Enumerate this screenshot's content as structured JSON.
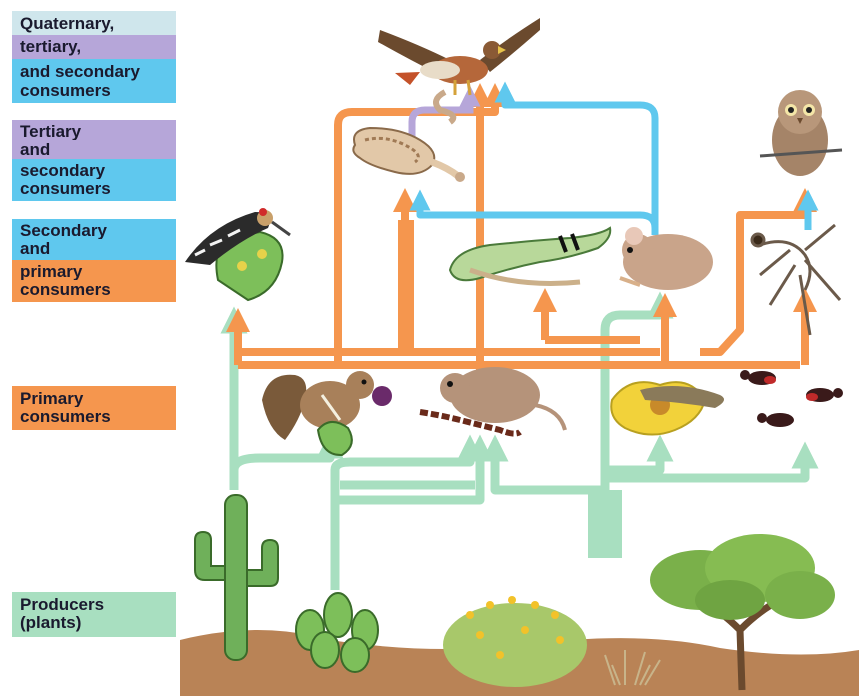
{
  "labels": {
    "quaternary_line1": "Quaternary,",
    "quaternary_line2": "tertiary,",
    "quaternary_line3": "and secondary",
    "quaternary_line4": "consumers",
    "tertiary_line1": "Tertiary",
    "tertiary_line2": "and",
    "tertiary_line3": "secondary",
    "tertiary_line4": "consumers",
    "secondary_line1": "Secondary",
    "secondary_line2": "and",
    "secondary_line3": "primary",
    "secondary_line4": "consumers",
    "primary_line1": "Primary",
    "primary_line2": "consumers",
    "producers_line1": "Producers",
    "producers_line2": "(plants)"
  },
  "colors": {
    "quaternary": "#cfe6ec",
    "tertiary": "#b6a6d9",
    "secondary": "#5fc8ee",
    "primary": "#f5964e",
    "producers": "#a8dfc0"
  },
  "organisms": {
    "top": [
      "hawk"
    ],
    "tertiary": [
      "rattlesnake",
      "owl"
    ],
    "secondary": [
      "woodpecker",
      "lizard",
      "mouse",
      "scorpion"
    ],
    "primary": [
      "ground-squirrel",
      "kangaroo-rat",
      "grasshopper",
      "ants"
    ],
    "producers": [
      "saguaro-cactus",
      "prickly-pear-cactus",
      "flowering-shrub",
      "grass-tuft",
      "mesquite-tree"
    ]
  }
}
